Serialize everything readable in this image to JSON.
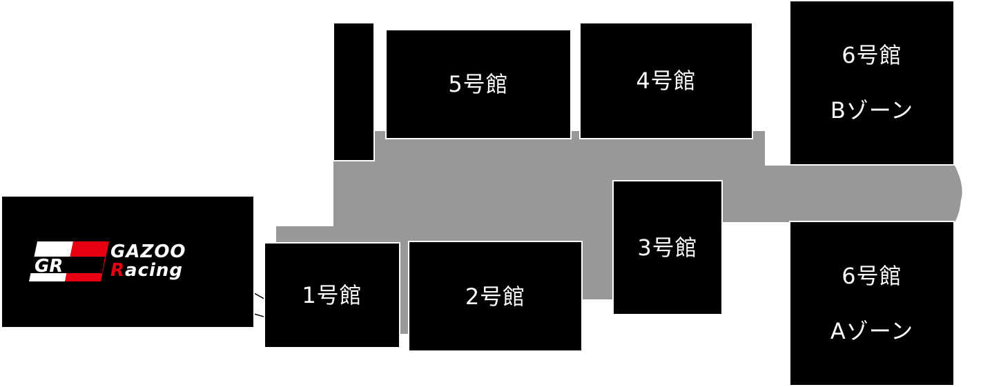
{
  "map": {
    "colors": {
      "hall_fill": "#000000",
      "hall_text": "#ffffff",
      "walkway": "#989898",
      "background": "#ffffff",
      "logo_red": "#e60012"
    },
    "halls": {
      "hall1": {
        "label": "1号館"
      },
      "hall2": {
        "label": "2号館"
      },
      "hall3": {
        "label": "3号館"
      },
      "hall4": {
        "label": "4号館"
      },
      "hall5": {
        "label": "5号館"
      },
      "hall6b": {
        "line1": "6号館",
        "line2": "Bゾーン"
      },
      "hall6a": {
        "line1": "6号館",
        "line2": "Aゾーン"
      }
    },
    "booth_marker": {
      "logo_initials": "GR",
      "logo_word1": "GAZOO",
      "logo_word2_first": "R",
      "logo_word2_rest": "acing"
    }
  }
}
